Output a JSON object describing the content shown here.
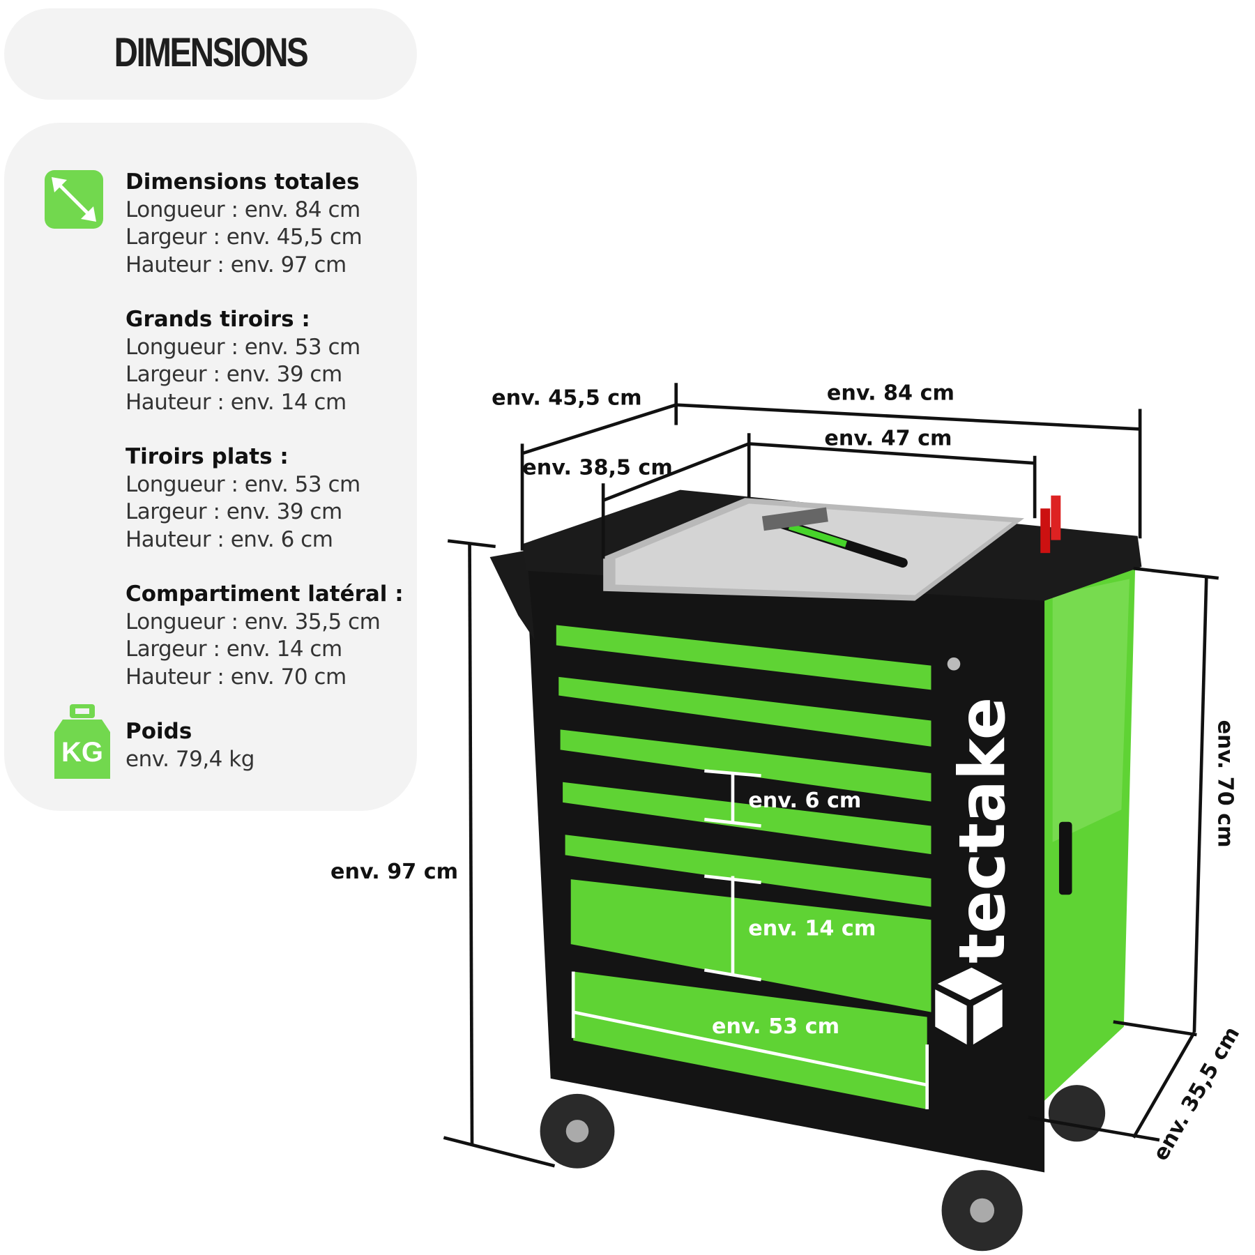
{
  "header": {
    "title": "DIMENSIONS"
  },
  "info": {
    "sections": [
      {
        "heading": "Dimensions totales",
        "icon": "diagonal-arrows-icon",
        "lines": [
          "Longueur : env. 84 cm",
          "Largeur : env. 45,5 cm",
          "Hauteur : env. 97 cm"
        ]
      },
      {
        "heading": "Grands tiroirs :",
        "lines": [
          "Longueur : env. 53 cm",
          "Largeur : env. 39 cm",
          "Hauteur : env. 14 cm"
        ]
      },
      {
        "heading": "Tiroirs plats :",
        "lines": [
          "Longueur : env. 53 cm",
          "Largeur : env. 39 cm",
          "Hauteur : env. 6 cm"
        ]
      },
      {
        "heading": "Compartiment latéral :",
        "lines": [
          "Longueur : env. 35,5 cm",
          "Largeur : env. 14 cm",
          "Hauteur : env. 70 cm"
        ]
      },
      {
        "heading": "Poids",
        "icon": "weight-kg-icon",
        "icon_text": "KG",
        "lines": [
          "env. 79,4 kg"
        ]
      }
    ]
  },
  "product": {
    "brand": "tectake",
    "labels": {
      "depth_total": "env. 45,5 cm",
      "length_total": "env. 84 cm",
      "tray_length": "env. 47 cm",
      "tray_depth": "env. 38,5 cm",
      "height_total": "env. 97 cm",
      "side_height": "env. 70 cm",
      "side_depth": "env. 35,5 cm",
      "flat_drawer_height": "env. 6 cm",
      "large_drawer_height": "env. 14 cm",
      "drawer_length": "env. 53 cm"
    }
  },
  "colors": {
    "accent": "#6fdc3a",
    "icon_green": "#72d84e",
    "panel": "#f3f3f3",
    "cart_body": "#141414"
  }
}
